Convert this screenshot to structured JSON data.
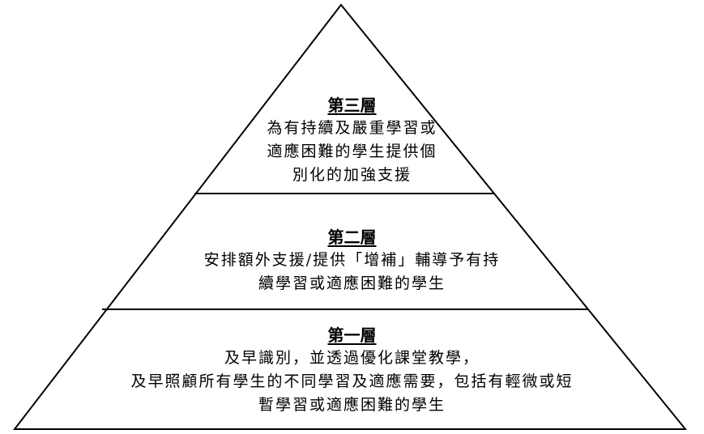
{
  "diagram": {
    "tiers": [
      {
        "title": "第三層",
        "lines": [
          "為有持續及嚴重學習或",
          "適應困難的學生提供個",
          "別化的加強支援"
        ]
      },
      {
        "title": "第二層",
        "lines": [
          "安排額外支援/提供「增補」輔導予有持",
          "續學習或適應困難的學生"
        ]
      },
      {
        "title": "第一層",
        "lines": [
          "及早識別，並透過優化課堂教學，",
          "及早照顧所有學生的不同學習及適應需要，包括有輕微或短",
          "暫學習或適應困難的學生"
        ]
      }
    ],
    "colors": {
      "line": "#000000",
      "background": "#ffffff",
      "text": "#000000"
    }
  }
}
